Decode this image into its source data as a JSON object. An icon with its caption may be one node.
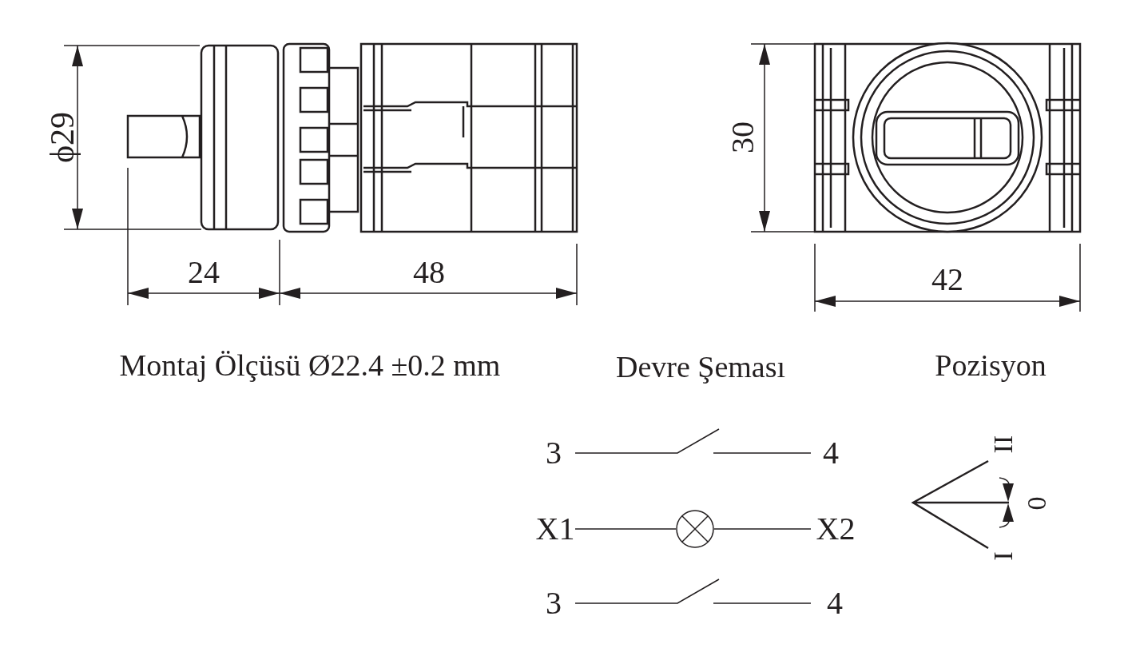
{
  "diagram": {
    "labels": [
      "ϕ29",
      "24",
      "48",
      "30",
      "42",
      "Montaj Ölçüsü Ø22.4 ±0.2 mm",
      "Devre Şeması",
      "Pozisyon",
      "3",
      "4",
      "X1",
      "X2",
      "3",
      "4",
      "II",
      "0",
      "I"
    ]
  }
}
